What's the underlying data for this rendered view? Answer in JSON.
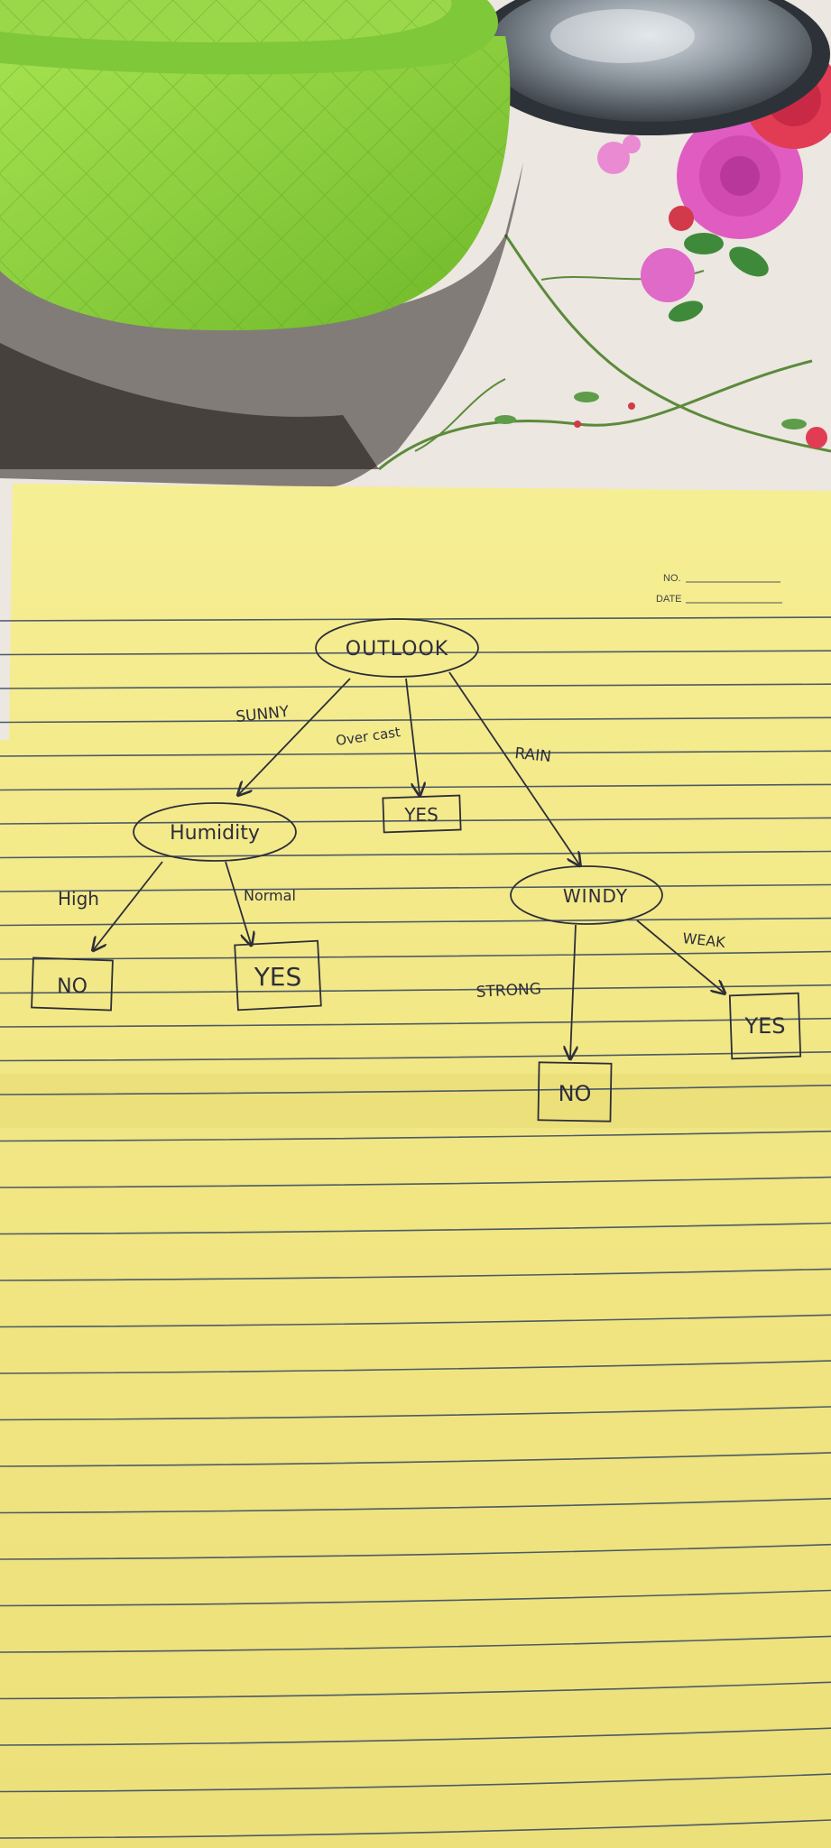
{
  "paper_header": {
    "no_label": "NO.",
    "date_label": "DATE"
  },
  "diagram": {
    "root": "OUTLOOK",
    "branches": {
      "sunny": "SUNNY",
      "overcast": "Over cast",
      "rain": "RAIN",
      "high": "High",
      "normal": "Normal",
      "strong": "STRONG",
      "weak": "WEAK"
    },
    "nodes": {
      "humidity": "Humidity",
      "windy": "WINDY"
    },
    "leaves": {
      "overcast_leaf": "YES",
      "high_leaf": "NO",
      "normal_leaf": "YES",
      "strong_leaf": "NO",
      "weak_leaf": "YES"
    }
  },
  "colors": {
    "paper": "#f3ea86",
    "ruled_line": "#4d5a66",
    "ink": "#2e2e3a",
    "bowl": "#8fd43a",
    "tablecloth": "#ece7e1",
    "flower": "#e05cc0"
  }
}
